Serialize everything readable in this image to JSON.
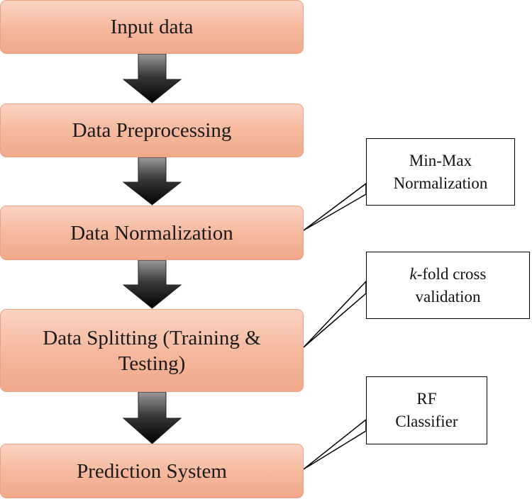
{
  "steps": [
    {
      "label": "Input data"
    },
    {
      "label": "Data Preprocessing"
    },
    {
      "label": "Data Normalization"
    },
    {
      "label": "Data Splitting (Training & Testing)"
    },
    {
      "label": "Prediction System"
    }
  ],
  "callouts": [
    {
      "line1": "Min-Max",
      "line2": "Normalization"
    },
    {
      "line1_italic": "k",
      "line1_rest": "-fold cross",
      "line2": "validation"
    },
    {
      "line1": "RF",
      "line2": "Classifier"
    }
  ]
}
